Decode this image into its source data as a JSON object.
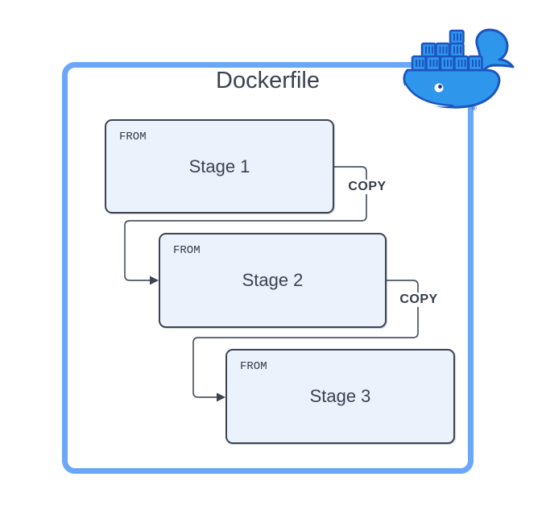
{
  "diagram": {
    "title": "Dockerfile",
    "stages": [
      {
        "keyword": "FROM",
        "name": "Stage 1"
      },
      {
        "keyword": "FROM",
        "name": "Stage 2"
      },
      {
        "keyword": "FROM",
        "name": "Stage 3"
      }
    ],
    "connectors": [
      {
        "label": "COPY",
        "from": "Stage 1",
        "to": "Stage 2"
      },
      {
        "label": "COPY",
        "from": "Stage 2",
        "to": "Stage 3"
      }
    ],
    "logo": {
      "name": "docker-whale-logo",
      "trademark": "®"
    },
    "colors": {
      "frame_border": "#6AA7F7",
      "stage_fill": "#ECF2FC",
      "stage_border": "#3C4352",
      "text": "#3A4150",
      "connector_line": "#4E5565",
      "docker_blue": "#2E97EC",
      "docker_navy": "#1D55C0"
    }
  }
}
